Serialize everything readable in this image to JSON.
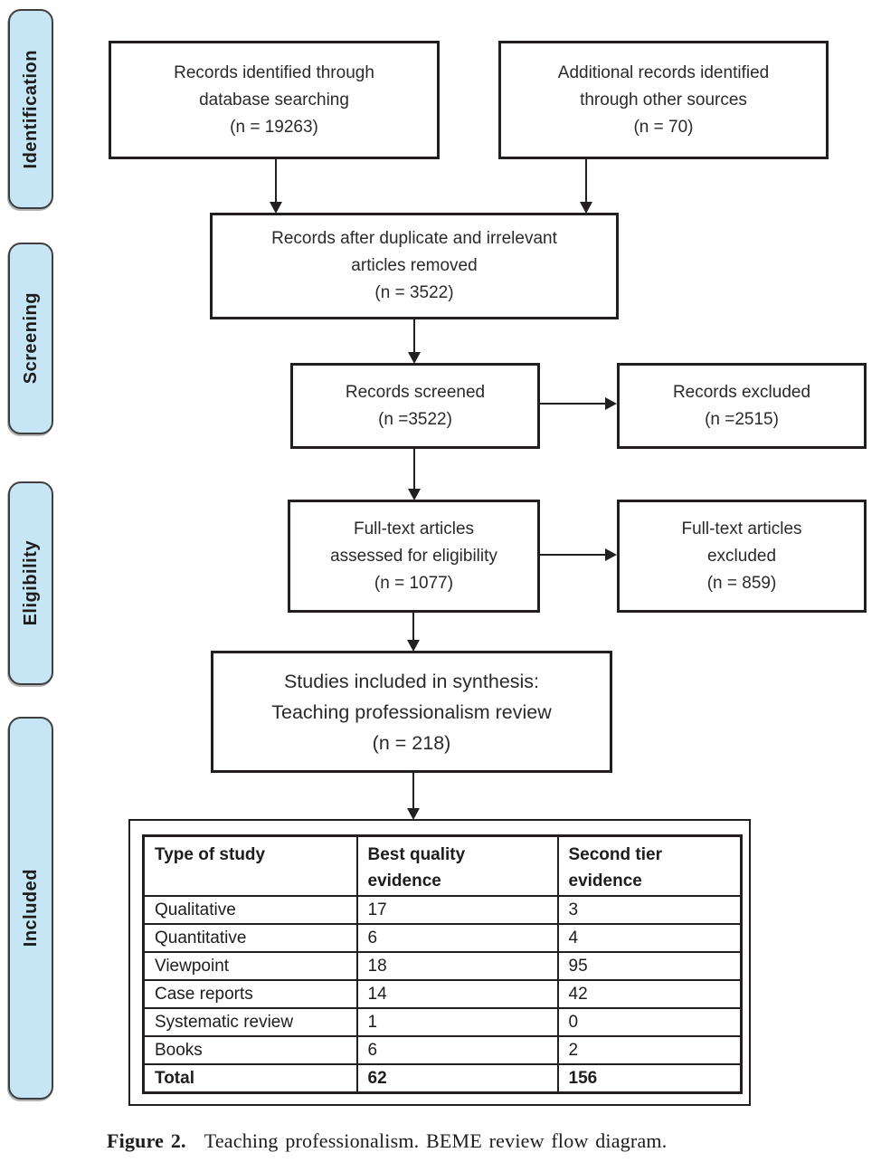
{
  "stages": [
    {
      "label": "Identification"
    },
    {
      "label": "Screening"
    },
    {
      "label": "Eligibility"
    },
    {
      "label": "Included"
    }
  ],
  "boxes": {
    "identified": {
      "line1": "Records identified through",
      "line2": "database searching",
      "line3": "(n = 19263)"
    },
    "additional": {
      "line1": "Additional records identified",
      "line2": "through other sources",
      "line3": "(n = 70)"
    },
    "deduplicated": {
      "line1": "Records after duplicate and irrelevant",
      "line2": "articles removed",
      "line3": "(n = 3522)"
    },
    "screened": {
      "line1": "Records screened",
      "line2": "(n =3522)"
    },
    "records_excluded": {
      "line1": "Records excluded",
      "line2": "(n =2515)"
    },
    "fulltext_assessed": {
      "line1": "Full-text articles",
      "line2": "assessed for eligibility",
      "line3": "(n = 1077)"
    },
    "fulltext_excluded": {
      "line1": "Full-text articles",
      "line2": "excluded",
      "line3": "(n = 859)"
    },
    "synthesis": {
      "line1": "Studies included in synthesis:",
      "line2": "Teaching professionalism review",
      "line3": "(n = 218)"
    }
  },
  "table": {
    "headers": [
      "Type of study",
      "Best quality\nevidence",
      "Second tier\nevidence"
    ],
    "rows": [
      [
        "Qualitative",
        "17",
        "3"
      ],
      [
        "Quantitative",
        "6",
        "4"
      ],
      [
        "Viewpoint",
        "18",
        "95"
      ],
      [
        "Case reports",
        "14",
        "42"
      ],
      [
        "Systematic review",
        "1",
        "0"
      ],
      [
        "Books",
        "6",
        "2"
      ],
      [
        "Total",
        "62",
        "156"
      ]
    ]
  },
  "figure": {
    "caption_label": "Figure 2.",
    "caption_text": "Teaching professionalism. BEME review flow diagram."
  },
  "colors": {
    "stage_fill": "#C6E6F5",
    "stage_border": "#3F3F3F",
    "line_color": "#231F20",
    "background": "#FFFFFF"
  }
}
